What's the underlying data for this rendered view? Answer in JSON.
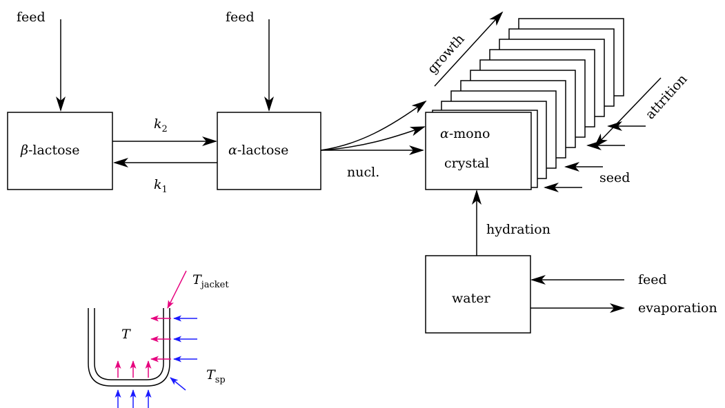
{
  "labels": {
    "feed_1": "feed",
    "feed_2": "feed",
    "feed_3": "feed",
    "beta_symbol": "β",
    "beta_rest": "-lactose",
    "alpha_symbol": "α",
    "alpha_rest": "-lactose",
    "k2_base": "k",
    "k2_sub": "2",
    "k1_base": "k",
    "k1_sub": "1",
    "nucl": "nucl.",
    "crystal_line1_symbol": "α",
    "crystal_line1_rest": "-mono",
    "crystal_line2": "crystal",
    "growth": "growth",
    "attrition": "attrition",
    "seed": "seed",
    "hydration": "hydration",
    "water": "water",
    "evaporation": "evaporation",
    "T": "T",
    "T_jacket_base": "T",
    "T_jacket_sub": "jacket",
    "T_sp_base": "T",
    "T_sp_sub": "sp"
  },
  "colors": {
    "jacket_arrows": "#e6007e",
    "setpoint_arrows": "#1a1aff",
    "lines": "#000000"
  }
}
